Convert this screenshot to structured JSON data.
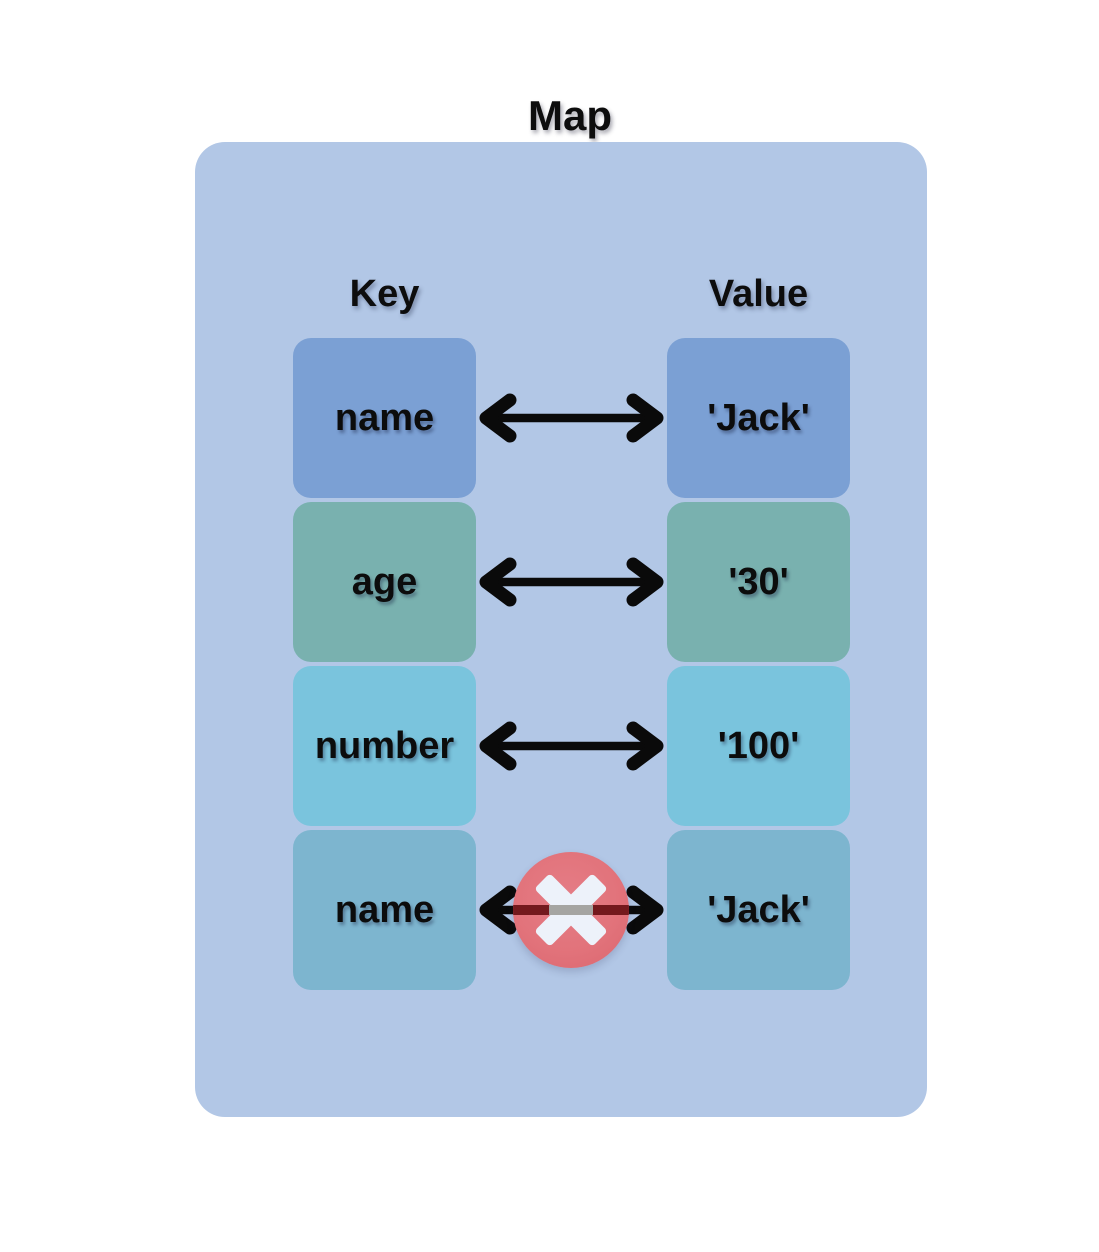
{
  "title": "Map",
  "columns": {
    "key_header": "Key",
    "value_header": "Value"
  },
  "entries": [
    {
      "key": "name",
      "value": "'Jack'",
      "box_color": "#7ba0d4",
      "mapping_blocked": false
    },
    {
      "key": "age",
      "value": "'30'",
      "box_color": "#79b1af",
      "mapping_blocked": false
    },
    {
      "key": "number",
      "value": "'100'",
      "box_color": "#7ac4dd",
      "mapping_blocked": false
    },
    {
      "key": "name",
      "value": "'Jack'",
      "box_color": "#7db5cf",
      "mapping_blocked": true
    }
  ],
  "icons": {
    "arrow": "double-headed-arrow-icon",
    "blocked": "x-circle-icon"
  },
  "colors": {
    "page_background": "#ffffff",
    "panel_background": "#b2c7e6",
    "arrow": "#0a0a0a",
    "text": "#0d0d0d",
    "blocked_circle": "#e2737b",
    "blocked_cross": "#edf2fa",
    "blocked_line_over_circle": "#74191d",
    "blocked_line_over_cross": "#a5a5a2"
  }
}
